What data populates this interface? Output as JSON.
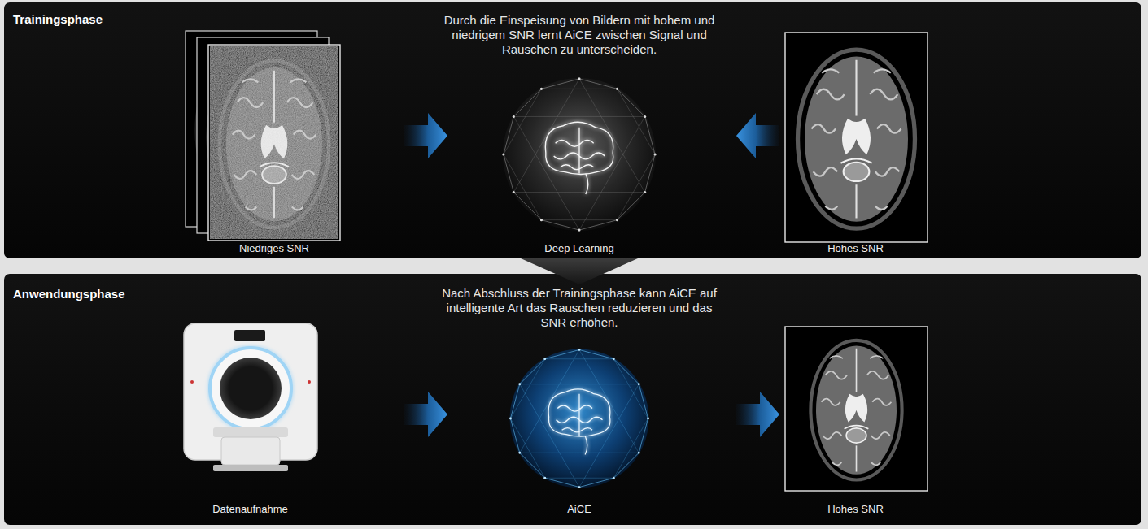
{
  "diagram": {
    "nodes": [
      {
        "text": [
          "Trainingsphase",
          "Durch die Einspeisung von Bildern mit hohem und niedrigem SNR lernt AiCE zwischen Signal und Rauschen zu unterscheiden."
        ]
      },
      {
        "text": [
          "Niedriges SNR"
        ],
        "in": 0
      },
      {
        "text": [
          "Deep Learning"
        ],
        "in": 0
      },
      {
        "text": [
          "Hohes SNR"
        ],
        "in": 0
      },
      {
        "text": [
          "Anwendungsphase",
          "Nach Abschluss der Trainingsphase kann AiCE auf intelligente Art das Rauschen reduzieren und das SNR erhöhen."
        ]
      },
      {
        "text": [
          "Datenaufnahme"
        ],
        "in": 4
      },
      {
        "text": [
          "AiCE"
        ],
        "in": 4
      },
      {
        "text": [
          "Hohes SNR"
        ],
        "in": 4
      }
    ],
    "edges": [
      {
        "from": 1,
        "to": 2,
        "arrow": "to"
      },
      {
        "from": 3,
        "to": 2,
        "arrow": "to"
      },
      {
        "from": 0,
        "to": 4,
        "arrow": "to"
      },
      {
        "from": 5,
        "to": 6,
        "arrow": "to"
      },
      {
        "from": 6,
        "to": 7,
        "arrow": "to"
      }
    ]
  }
}
